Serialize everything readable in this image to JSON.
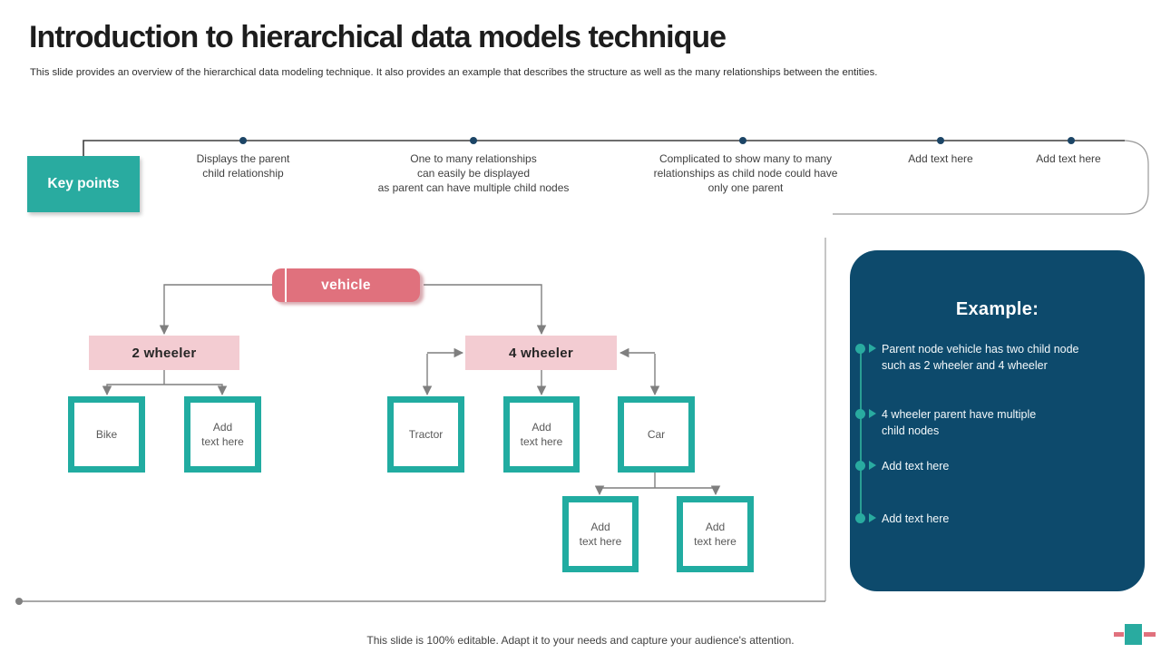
{
  "slide": {
    "title": "Introduction to hierarchical data models technique",
    "subtitle": "This slide provides an overview of the hierarchical data modeling technique. It also provides an example that describes the structure as well as the many relationships between the entities.",
    "footer": "This slide is 100% editable. Adapt it to your needs and capture your audience's attention."
  },
  "key_points": {
    "label": "Key points",
    "items": [
      {
        "text": "Displays the parent\nchild relationship"
      },
      {
        "text": "One to many relationships\ncan easily be displayed\nas parent can have multiple child nodes"
      },
      {
        "text": "Complicated to show many to many\nrelationships as child node could have\nonly one parent"
      },
      {
        "text": "Add text here"
      },
      {
        "text": "Add text here"
      }
    ]
  },
  "diagram": {
    "root": {
      "label": "vehicle"
    },
    "level2": [
      {
        "label": "2 wheeler"
      },
      {
        "label": "4 wheeler"
      }
    ],
    "level3": [
      {
        "label": "Bike"
      },
      {
        "label": "Add\ntext here"
      },
      {
        "label": "Tractor"
      },
      {
        "label": "Add\ntext here"
      },
      {
        "label": "Car"
      }
    ],
    "level4": [
      {
        "label": "Add\ntext here"
      },
      {
        "label": "Add\ntext here"
      }
    ]
  },
  "example_panel": {
    "heading": "Example:",
    "bullets": [
      {
        "text": "Parent node vehicle has two child node\nsuch as 2 wheeler and 4 wheeler"
      },
      {
        "text": "4 wheeler parent have multiple\nchild nodes"
      },
      {
        "text": "Add text here"
      },
      {
        "text": "Add text here"
      }
    ]
  },
  "icons": {
    "timeline_dot": "filled-circle",
    "bullet_marker": "circle-and-right-triangle",
    "baseline_dot": "filled-circle",
    "connector_arrow": "down/left/right-arrowhead"
  },
  "colors": {
    "teal": "#29aba0",
    "teal_border": "#21aca1",
    "navy_panel": "#0d4a6c",
    "rose": "#e0717d",
    "light_pink": "#f3ccd2",
    "timeline_dot_navy": "#1c4566",
    "connector_gray": "#7f7f7f",
    "title_text": "#1d1d1d",
    "node_text": "#595959"
  }
}
